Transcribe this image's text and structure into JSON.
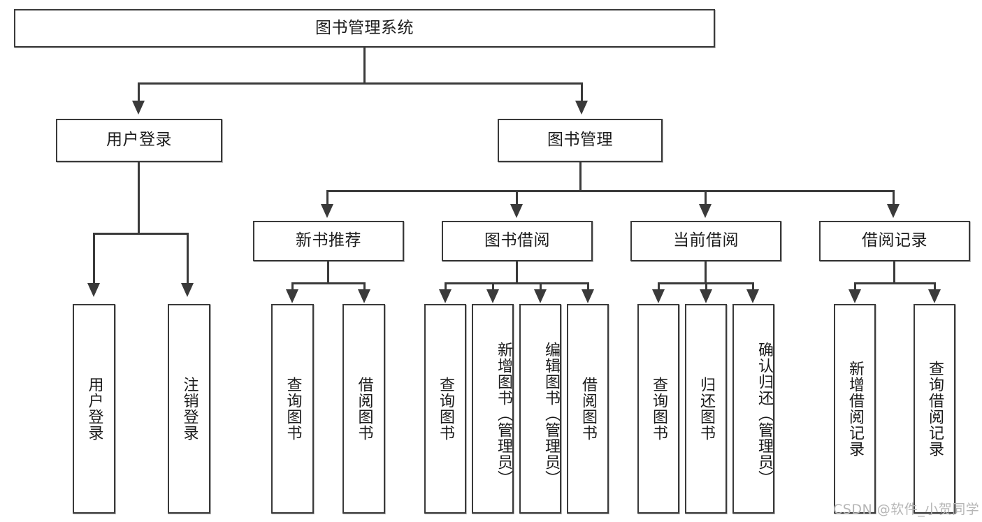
{
  "diagram": {
    "title": "图书管理系统",
    "type": "tree-hierarchy-chart",
    "root": {
      "label": "图书管理系统"
    },
    "level1": [
      {
        "label": "用户登录"
      },
      {
        "label": "图书管理"
      }
    ],
    "level2": [
      {
        "label": "新书推荐"
      },
      {
        "label": "图书借阅"
      },
      {
        "label": "当前借阅"
      },
      {
        "label": "借阅记录"
      }
    ],
    "leaves": {
      "user_login": [
        {
          "label": "用户登录"
        },
        {
          "label": "注销登录"
        }
      ],
      "new_book_recommend": [
        {
          "label": "查询图书"
        },
        {
          "label": "借阅图书"
        }
      ],
      "book_borrow": [
        {
          "label": "查询图书"
        },
        {
          "label": "新增图书（管理员）"
        },
        {
          "label": "编辑图书（管理员）"
        },
        {
          "label": "借阅图书"
        }
      ],
      "current_borrow": [
        {
          "label": "查询图书"
        },
        {
          "label": "归还图书"
        },
        {
          "label": "确认归还（管理员）"
        }
      ],
      "borrow_record": [
        {
          "label": "新增借阅记录"
        },
        {
          "label": "查询借阅记录"
        }
      ]
    }
  },
  "watermark": {
    "text": "CSDN @软件_小贺同学"
  },
  "colors": {
    "border": "#3a3a3a",
    "background": "#ffffff",
    "text": "#1b1b1b",
    "watermark": "#b6b6b6"
  }
}
